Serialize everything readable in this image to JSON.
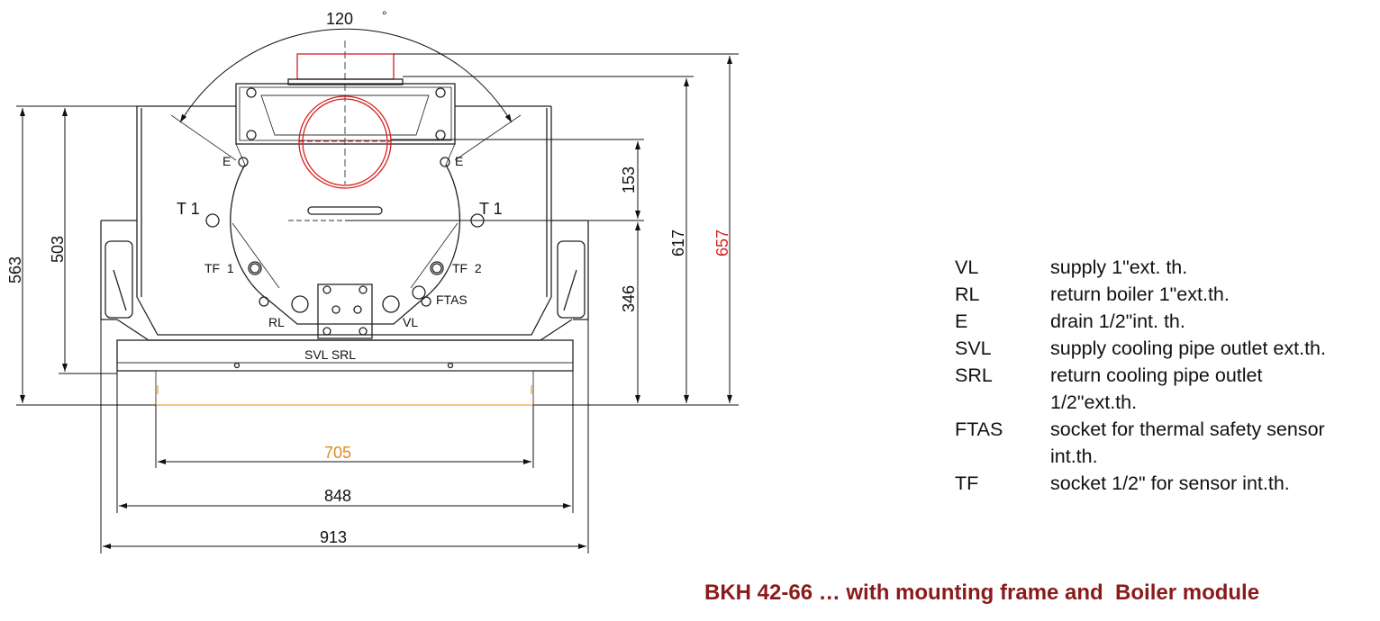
{
  "drawing": {
    "angle_label": "120",
    "degree_symbol": "°",
    "labels": {
      "e_left": "E",
      "e_right": "E",
      "t1_left": "T 1",
      "t1_right": "T 1",
      "tf1": "TF  1",
      "tf2": "TF  2",
      "ftas": "FTAS",
      "rl": "RL",
      "vl": "VL",
      "svl_srl": "SVL SRL"
    },
    "dimensions": {
      "d563": "563",
      "d503": "503",
      "d153": "153",
      "d346": "346",
      "d617": "617",
      "d657": "657",
      "d705": "705",
      "d848": "848",
      "d913": "913"
    },
    "colors": {
      "highlight_red": "#d62020",
      "orange": "#f0a040",
      "title": "#8b1a1a"
    }
  },
  "legend": [
    {
      "code": "VL",
      "desc": "supply 1\"ext. th."
    },
    {
      "code": "RL",
      "desc": "return boiler 1\"ext.th."
    },
    {
      "code": "E",
      "desc": "drain 1/2\"int. th."
    },
    {
      "code": "SVL",
      "desc": "supply cooling pipe outlet ext.th."
    },
    {
      "code": "SRL",
      "desc": "return cooling pipe outlet 1/2\"ext.th."
    },
    {
      "code": "FTAS",
      "desc": "socket for thermal safety sensor int.th."
    },
    {
      "code": "TF",
      "desc": "socket 1/2\" for sensor int.th."
    }
  ],
  "title": "BKH 42-66 … with mounting frame and  Boiler module"
}
